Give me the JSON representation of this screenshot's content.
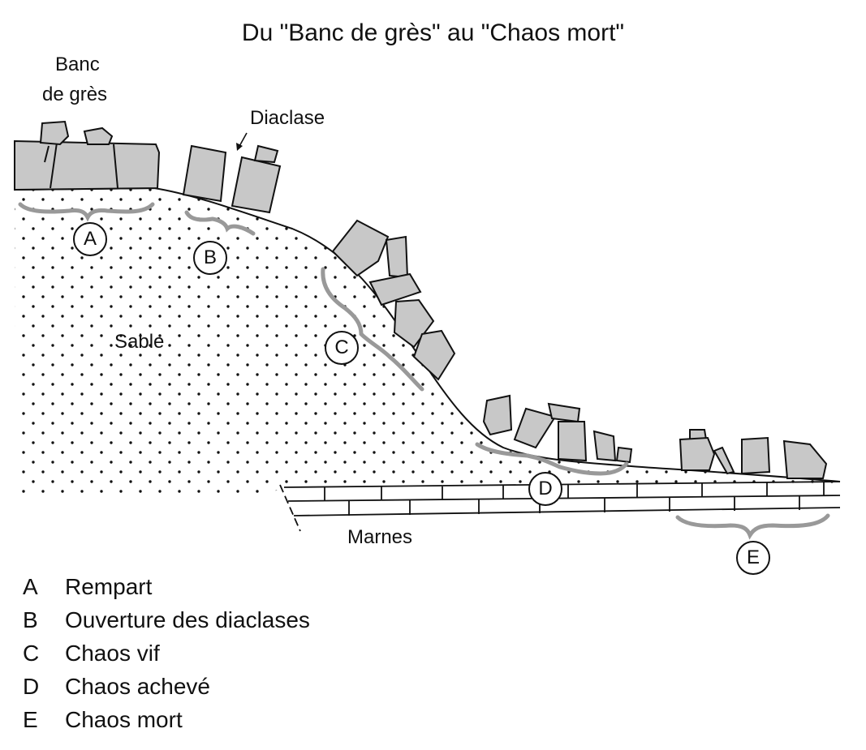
{
  "title": "Du \"Banc de grès\" au \"Chaos mort\"",
  "labels": {
    "banc_line1": "Banc",
    "banc_line2": "de grès",
    "diaclase": "Diaclase",
    "sable": "Sable",
    "marnes": "Marnes"
  },
  "markers": [
    "A",
    "B",
    "C",
    "D",
    "E"
  ],
  "legend": [
    {
      "letter": "A",
      "text": "Rempart"
    },
    {
      "letter": "B",
      "text": "Ouverture des diaclases"
    },
    {
      "letter": "C",
      "text": "Chaos vif"
    },
    {
      "letter": "D",
      "text": "Chaos achevé"
    },
    {
      "letter": "E",
      "text": "Chaos mort"
    }
  ],
  "colors": {
    "rock_fill": "#c8c8c8",
    "brace": "#999999",
    "line": "#111111",
    "background": "#ffffff"
  }
}
